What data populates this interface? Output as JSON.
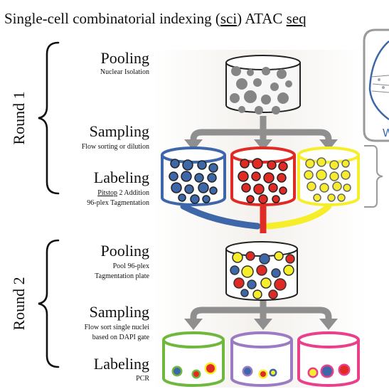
{
  "title": {
    "parts": [
      {
        "text": "Single-cell combinatorial indexing (",
        "spell": false
      },
      {
        "text": "sci",
        "spell": true
      },
      {
        "text": ") ATAC ",
        "spell": false
      },
      {
        "text": "seq",
        "spell": true
      }
    ]
  },
  "round1": {
    "label": "Round 1",
    "pooling": {
      "heading": "Pooling",
      "sub": "Nuclear Isolation"
    },
    "sampling": {
      "heading": "Sampling",
      "sub": "Flow sorting or dilution"
    },
    "labeling": {
      "heading": "Labeling",
      "sub1_a": "Pitstop",
      "sub1_b": " 2 Addition",
      "sub2": "96-plex Tagmentation"
    }
  },
  "round2": {
    "label": "Round 2",
    "pooling": {
      "heading": "Pooling",
      "sub1": "Pool 96-plex",
      "sub2": "Tagmentation plate"
    },
    "sampling": {
      "heading": "Sampling",
      "sub1": "Flow sort single nuclei",
      "sub2": "based on DAPI gate"
    },
    "labeling": {
      "heading": "Labeling",
      "sub": "PCR"
    }
  },
  "partial_right_text": "W",
  "colors": {
    "blue": "#3d67a8",
    "red": "#e02a24",
    "yellow": "#f6ee2a",
    "green": "#6fb83d",
    "purple": "#9b7cc4",
    "pink": "#ea3f8a",
    "gray_arrow": "#8f8f8f",
    "nucleus_gray": "#858585",
    "text": "#111111"
  }
}
